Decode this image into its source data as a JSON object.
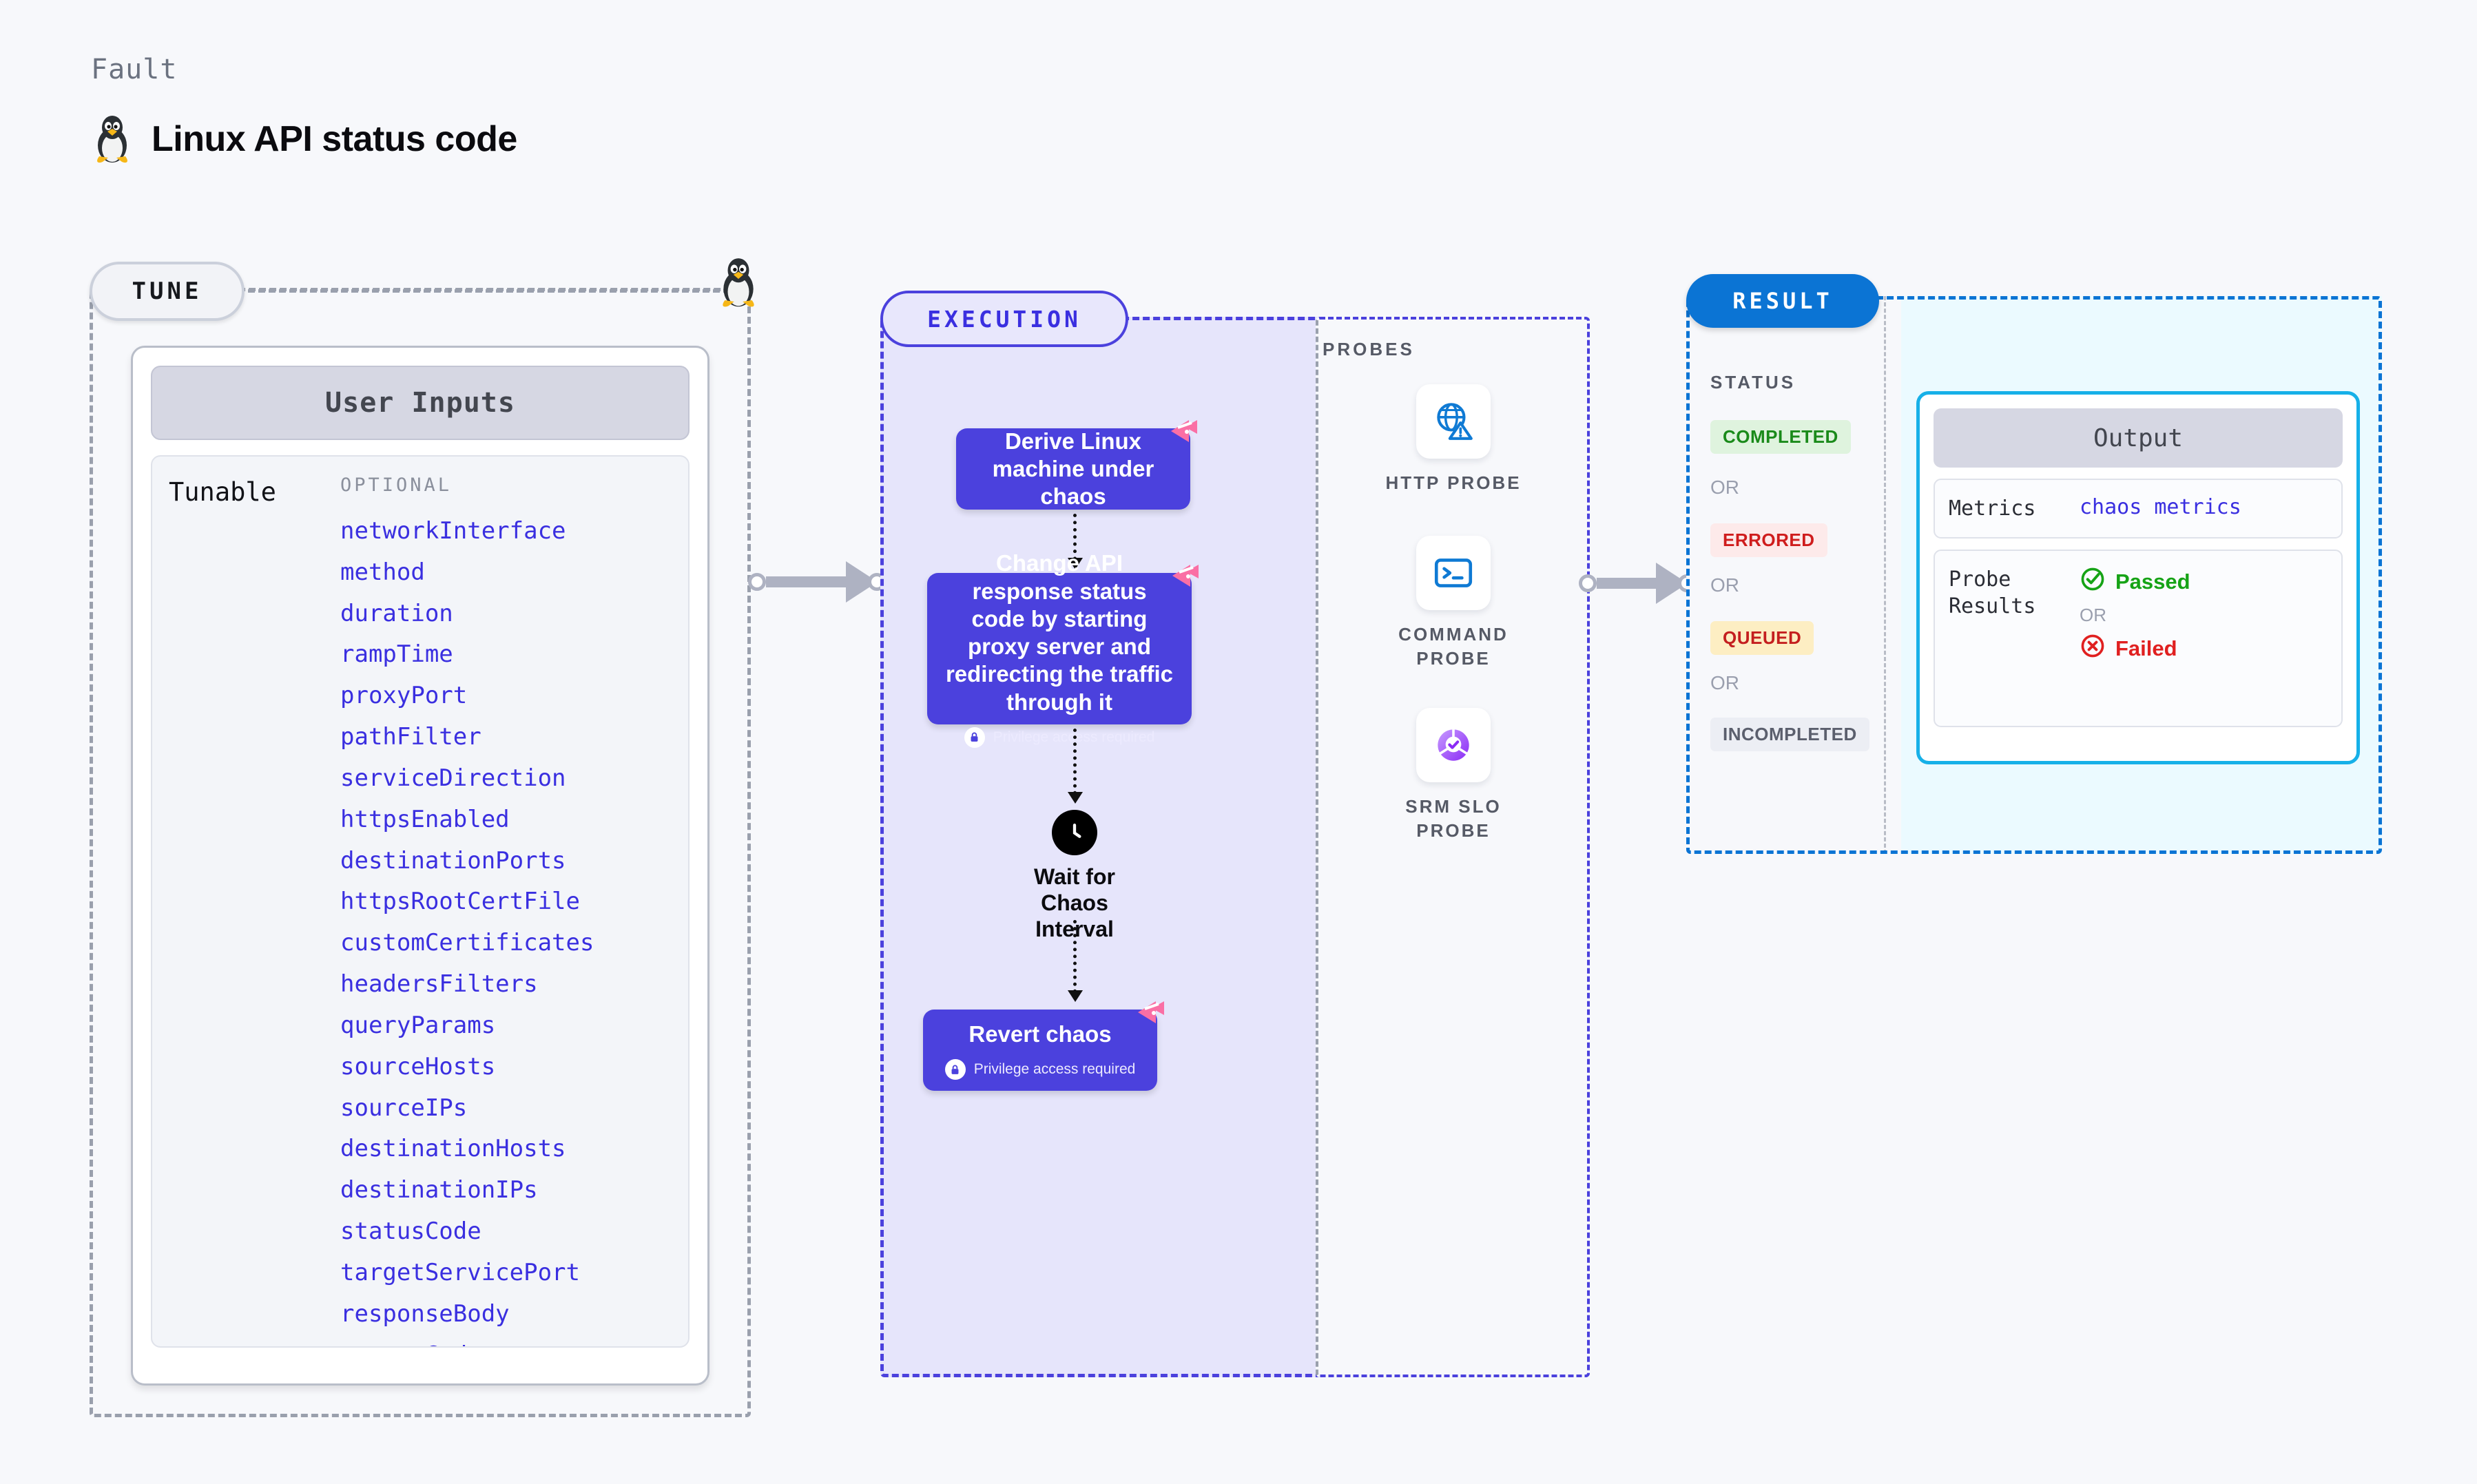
{
  "header": {
    "eyebrow": "Fault",
    "title": "Linux API status code",
    "os_icon": "tux-penguin-icon"
  },
  "tune": {
    "pill_label": "TUNE",
    "os_icon": "tux-penguin-icon",
    "card_title": "User Inputs",
    "tunable_label": "Tunable",
    "optional_label": "OPTIONAL",
    "params": [
      "networkInterface",
      "method",
      "duration",
      "rampTime",
      "proxyPort",
      "pathFilter",
      "serviceDirection",
      "httpsEnabled",
      "destinationPorts",
      "httpsRootCertFile",
      "customCertificates",
      "headersFilters",
      "queryParams",
      "sourceHosts",
      "sourceIPs",
      "destinationHosts",
      "destinationIPs",
      "statusCode",
      "targetServicePort",
      "responseBody",
      "statusCode"
    ]
  },
  "execution": {
    "pill_label": "EXECUTION",
    "steps": [
      {
        "title": "Derive Linux machine under chaos",
        "privilege": null,
        "badge": "chaos-badge-icon"
      },
      {
        "title": "Change API response status code by starting proxy server and redirecting the traffic through it",
        "privilege": "Privilege access required",
        "badge": "chaos-badge-icon"
      },
      {
        "title": "Revert chaos",
        "privilege": "Privilege access required",
        "badge": "chaos-badge-icon"
      }
    ],
    "wait": {
      "label": "Wait for Chaos Interval",
      "icon": "clock-icon"
    }
  },
  "probes": {
    "title": "PROBES",
    "items": [
      {
        "label": "HTTP PROBE",
        "icon": "globe-warning-icon"
      },
      {
        "label": "COMMAND PROBE",
        "icon": "terminal-icon"
      },
      {
        "label": "SRM SLO PROBE",
        "icon": "slo-donut-icon"
      }
    ]
  },
  "result": {
    "pill_label": "RESULT",
    "status_heading": "STATUS",
    "or_label": "OR",
    "statuses": [
      {
        "label": "COMPLETED",
        "color": "#1a8a1a",
        "bg": "#dff3de"
      },
      {
        "label": "ERRORED",
        "color": "#cf1d1d",
        "bg": "#fdeaea"
      },
      {
        "label": "QUEUED",
        "color": "#c41f1f",
        "bg": "#fdeec3"
      },
      {
        "label": "INCOMPLETED",
        "color": "#5b5f6d",
        "bg": "#eceef4"
      }
    ],
    "output": {
      "title": "Output",
      "metrics_key": "Metrics",
      "metrics_value": "chaos metrics",
      "probe_results_key": "Probe Results",
      "passed_label": "Passed",
      "failed_label": "Failed",
      "or_label": "OR",
      "passed_color": "#16a316",
      "failed_color": "#e02020"
    }
  },
  "colors": {
    "accent_purple": "#4b41dd",
    "accent_blue": "#0b74d4",
    "accent_cyan": "#16b0e8",
    "pink_badge": "#fa6fa5"
  }
}
